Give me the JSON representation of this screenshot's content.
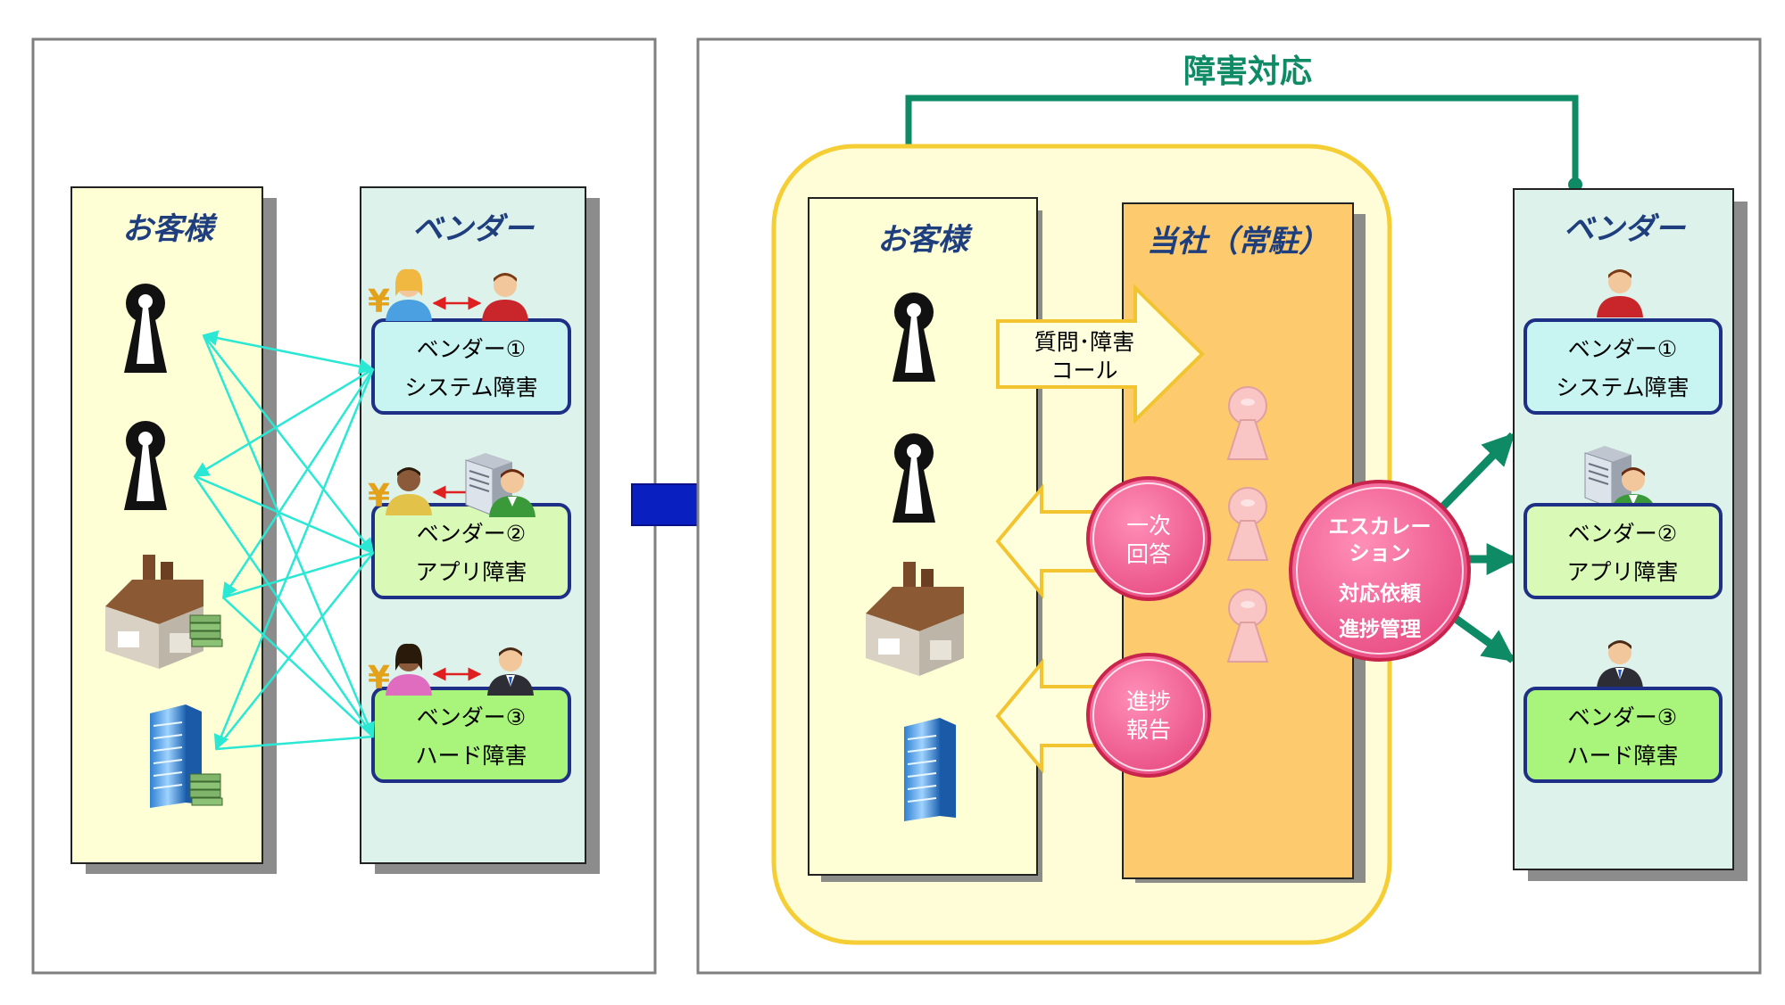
{
  "colors": {
    "customer_col": "#FFFFD6",
    "vendor_col": "#DDF2EA",
    "company_col": "#FDCB6E",
    "zone_fill": "#FFFDD8",
    "zone_border": "#F5CE35",
    "vendor_box_1": "#C8F5F2",
    "vendor_box_2": "#D9F9B7",
    "vendor_box_3": "#A9F57B",
    "vendor_box_border": "#1E2F86",
    "cyan_arrow": "#2AE8D4",
    "green_arrow": "#0E8B64",
    "yellow_arrow_fill": "#FFFEDD",
    "yellow_arrow_border": "#F2C430",
    "bubble_fill": "#F0679A",
    "bubble_border": "#C8244C",
    "blue_arrow": "#0A1FC0",
    "keyhole": "#111111",
    "pawn": "#F9C5C5",
    "yen": "#E3A21A"
  },
  "icons": {
    "keyhole": "keyhole-icon",
    "factory": "factory-icon",
    "building": "office-building-icon",
    "money": "money-stack-icon",
    "person": "person-icon",
    "server": "server-icon",
    "yen": "yen-icon",
    "pawn": "staff-pawn-icon",
    "transition_arrow": "blue-right-arrow-icon"
  },
  "left": {
    "customer_title": "お客様",
    "vendor_title": "ベンダー",
    "vendors": [
      {
        "name": "ベンダー①",
        "issue": "システム障害",
        "yen": "¥"
      },
      {
        "name": "ベンダー②",
        "issue": "アプリ障害",
        "yen": "¥"
      },
      {
        "name": "ベンダー③",
        "issue": "ハード障害",
        "yen": "¥"
      }
    ]
  },
  "right": {
    "top_label": "障害対応",
    "customer_title": "お客様",
    "company_title": "当社（常駐）",
    "call_arrow": {
      "line1": "質問･障害",
      "line2": "コール"
    },
    "first_answer": {
      "line1": "一次",
      "line2": "回答"
    },
    "progress_report": {
      "line1": "進捗",
      "line2": "報告"
    },
    "escalation": {
      "line1": "エスカレー",
      "line2": "ション",
      "line3": "対応依頼",
      "line4": "進捗管理"
    },
    "vendor_title": "ベンダー",
    "vendors": [
      {
        "name": "ベンダー①",
        "issue": "システム障害"
      },
      {
        "name": "ベンダー②",
        "issue": "アプリ障害"
      },
      {
        "name": "ベンダー③",
        "issue": "ハード障害"
      }
    ]
  }
}
